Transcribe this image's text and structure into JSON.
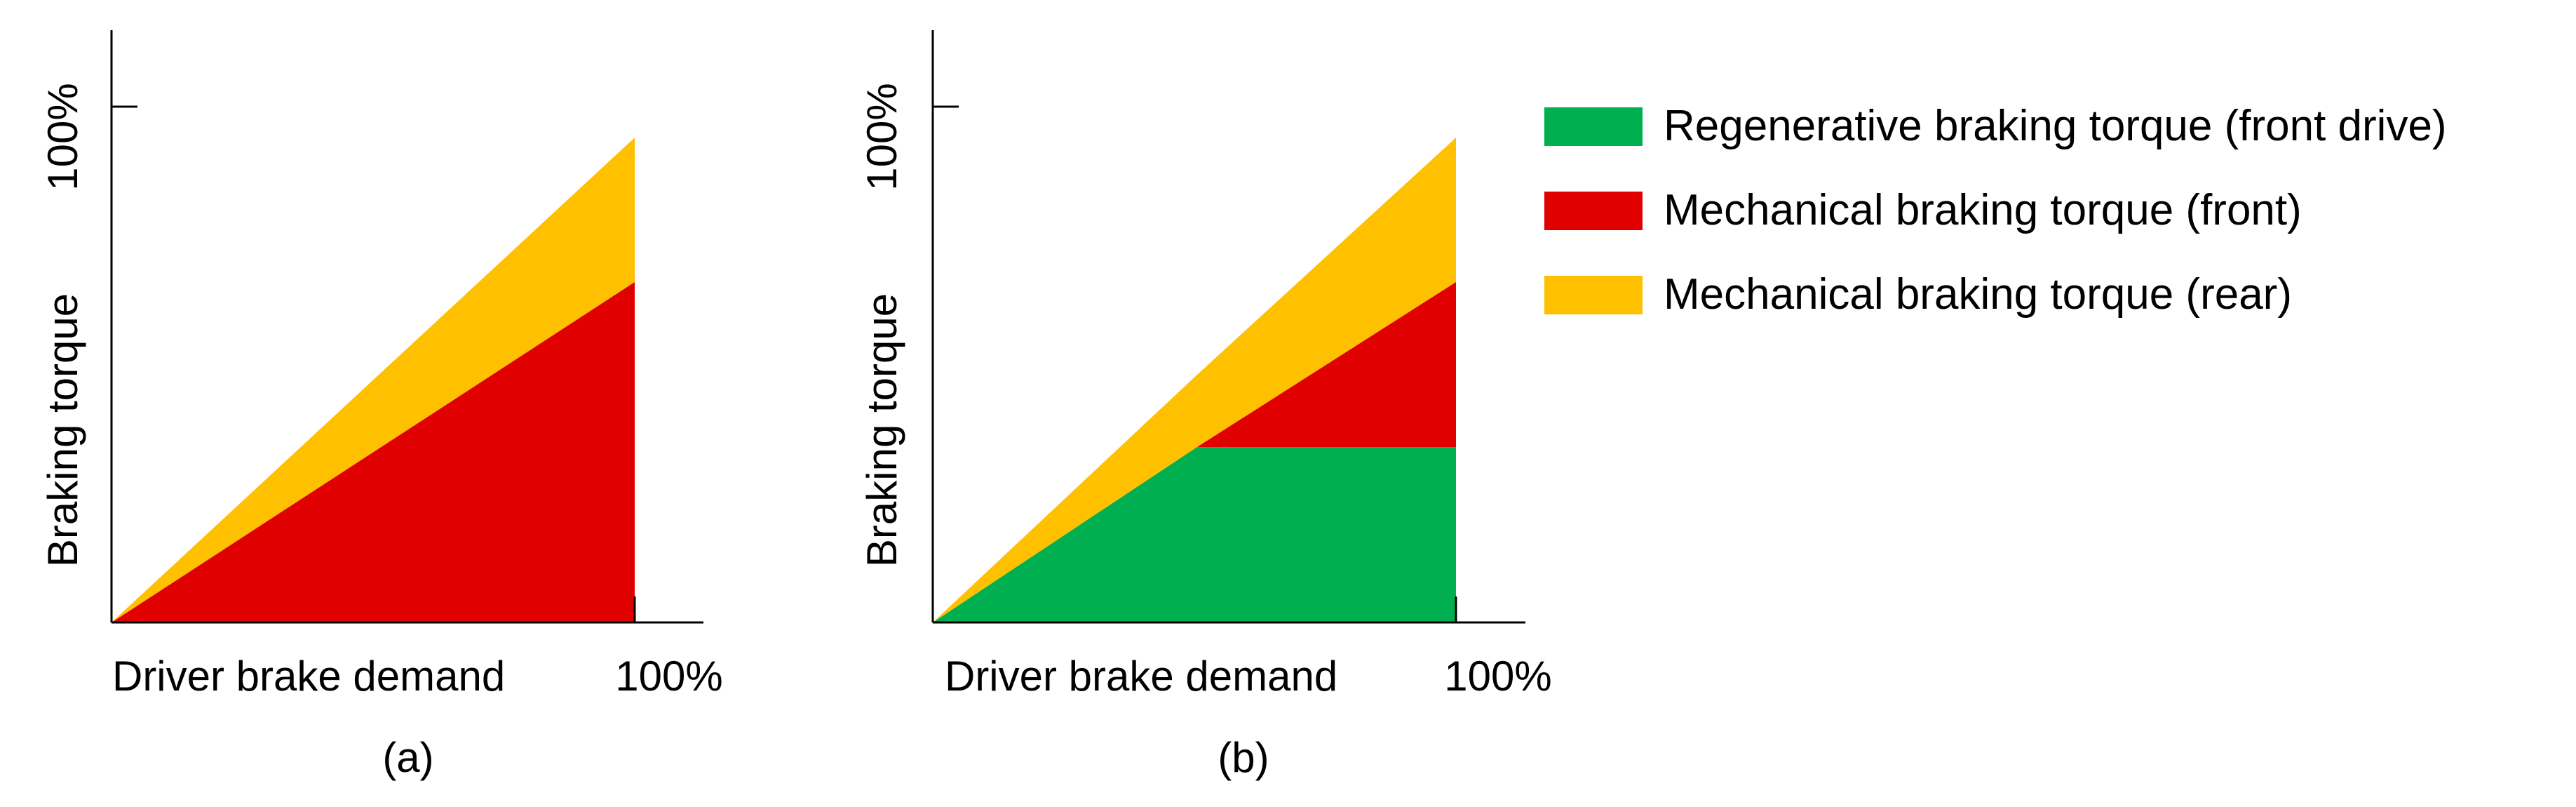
{
  "colors": {
    "regen": "#00B050",
    "mech_front": "#E00000",
    "mech_rear": "#FFC000",
    "axis": "#000000"
  },
  "legend": {
    "items": [
      {
        "key": "regen",
        "label": "Regenerative braking torque (front drive)"
      },
      {
        "key": "mech_front",
        "label": "Mechanical braking torque (front)"
      },
      {
        "key": "mech_rear",
        "label": "Mechanical braking torque (rear)"
      }
    ]
  },
  "chart_data": [
    {
      "type": "area",
      "panel_label": "(a)",
      "xlabel": "Driver brake demand",
      "ylabel": "Braking torque",
      "x_tick_label": "100%",
      "y_tick_label": "100%",
      "xlim": [
        0,
        1.1
      ],
      "ylim": [
        0,
        1.0
      ],
      "x": [
        0,
        1
      ],
      "series": [
        {
          "key": "mech_front",
          "lower": [
            0,
            0
          ],
          "upper": [
            0,
            0.66
          ]
        },
        {
          "key": "mech_rear",
          "lower": [
            0,
            0.66
          ],
          "upper": [
            0,
            0.94
          ]
        }
      ]
    },
    {
      "type": "area",
      "panel_label": "(b)",
      "xlabel": "Driver brake demand",
      "ylabel": "Braking torque",
      "x_tick_label": "100%",
      "y_tick_label": "100%",
      "xlim": [
        0,
        1.1
      ],
      "ylim": [
        0,
        1.0
      ],
      "x": [
        0,
        0.505,
        1
      ],
      "series": [
        {
          "key": "regen",
          "lower": [
            0,
            0,
            0
          ],
          "upper": [
            0,
            0.34,
            0.34
          ]
        },
        {
          "key": "mech_front",
          "lower": [
            0,
            0.34,
            0.34
          ],
          "upper": [
            0,
            0.34,
            0.66
          ]
        },
        {
          "key": "mech_rear",
          "lower": [
            0,
            0.34,
            0.66
          ],
          "upper": [
            0,
            0.48,
            0.94
          ]
        }
      ]
    }
  ]
}
